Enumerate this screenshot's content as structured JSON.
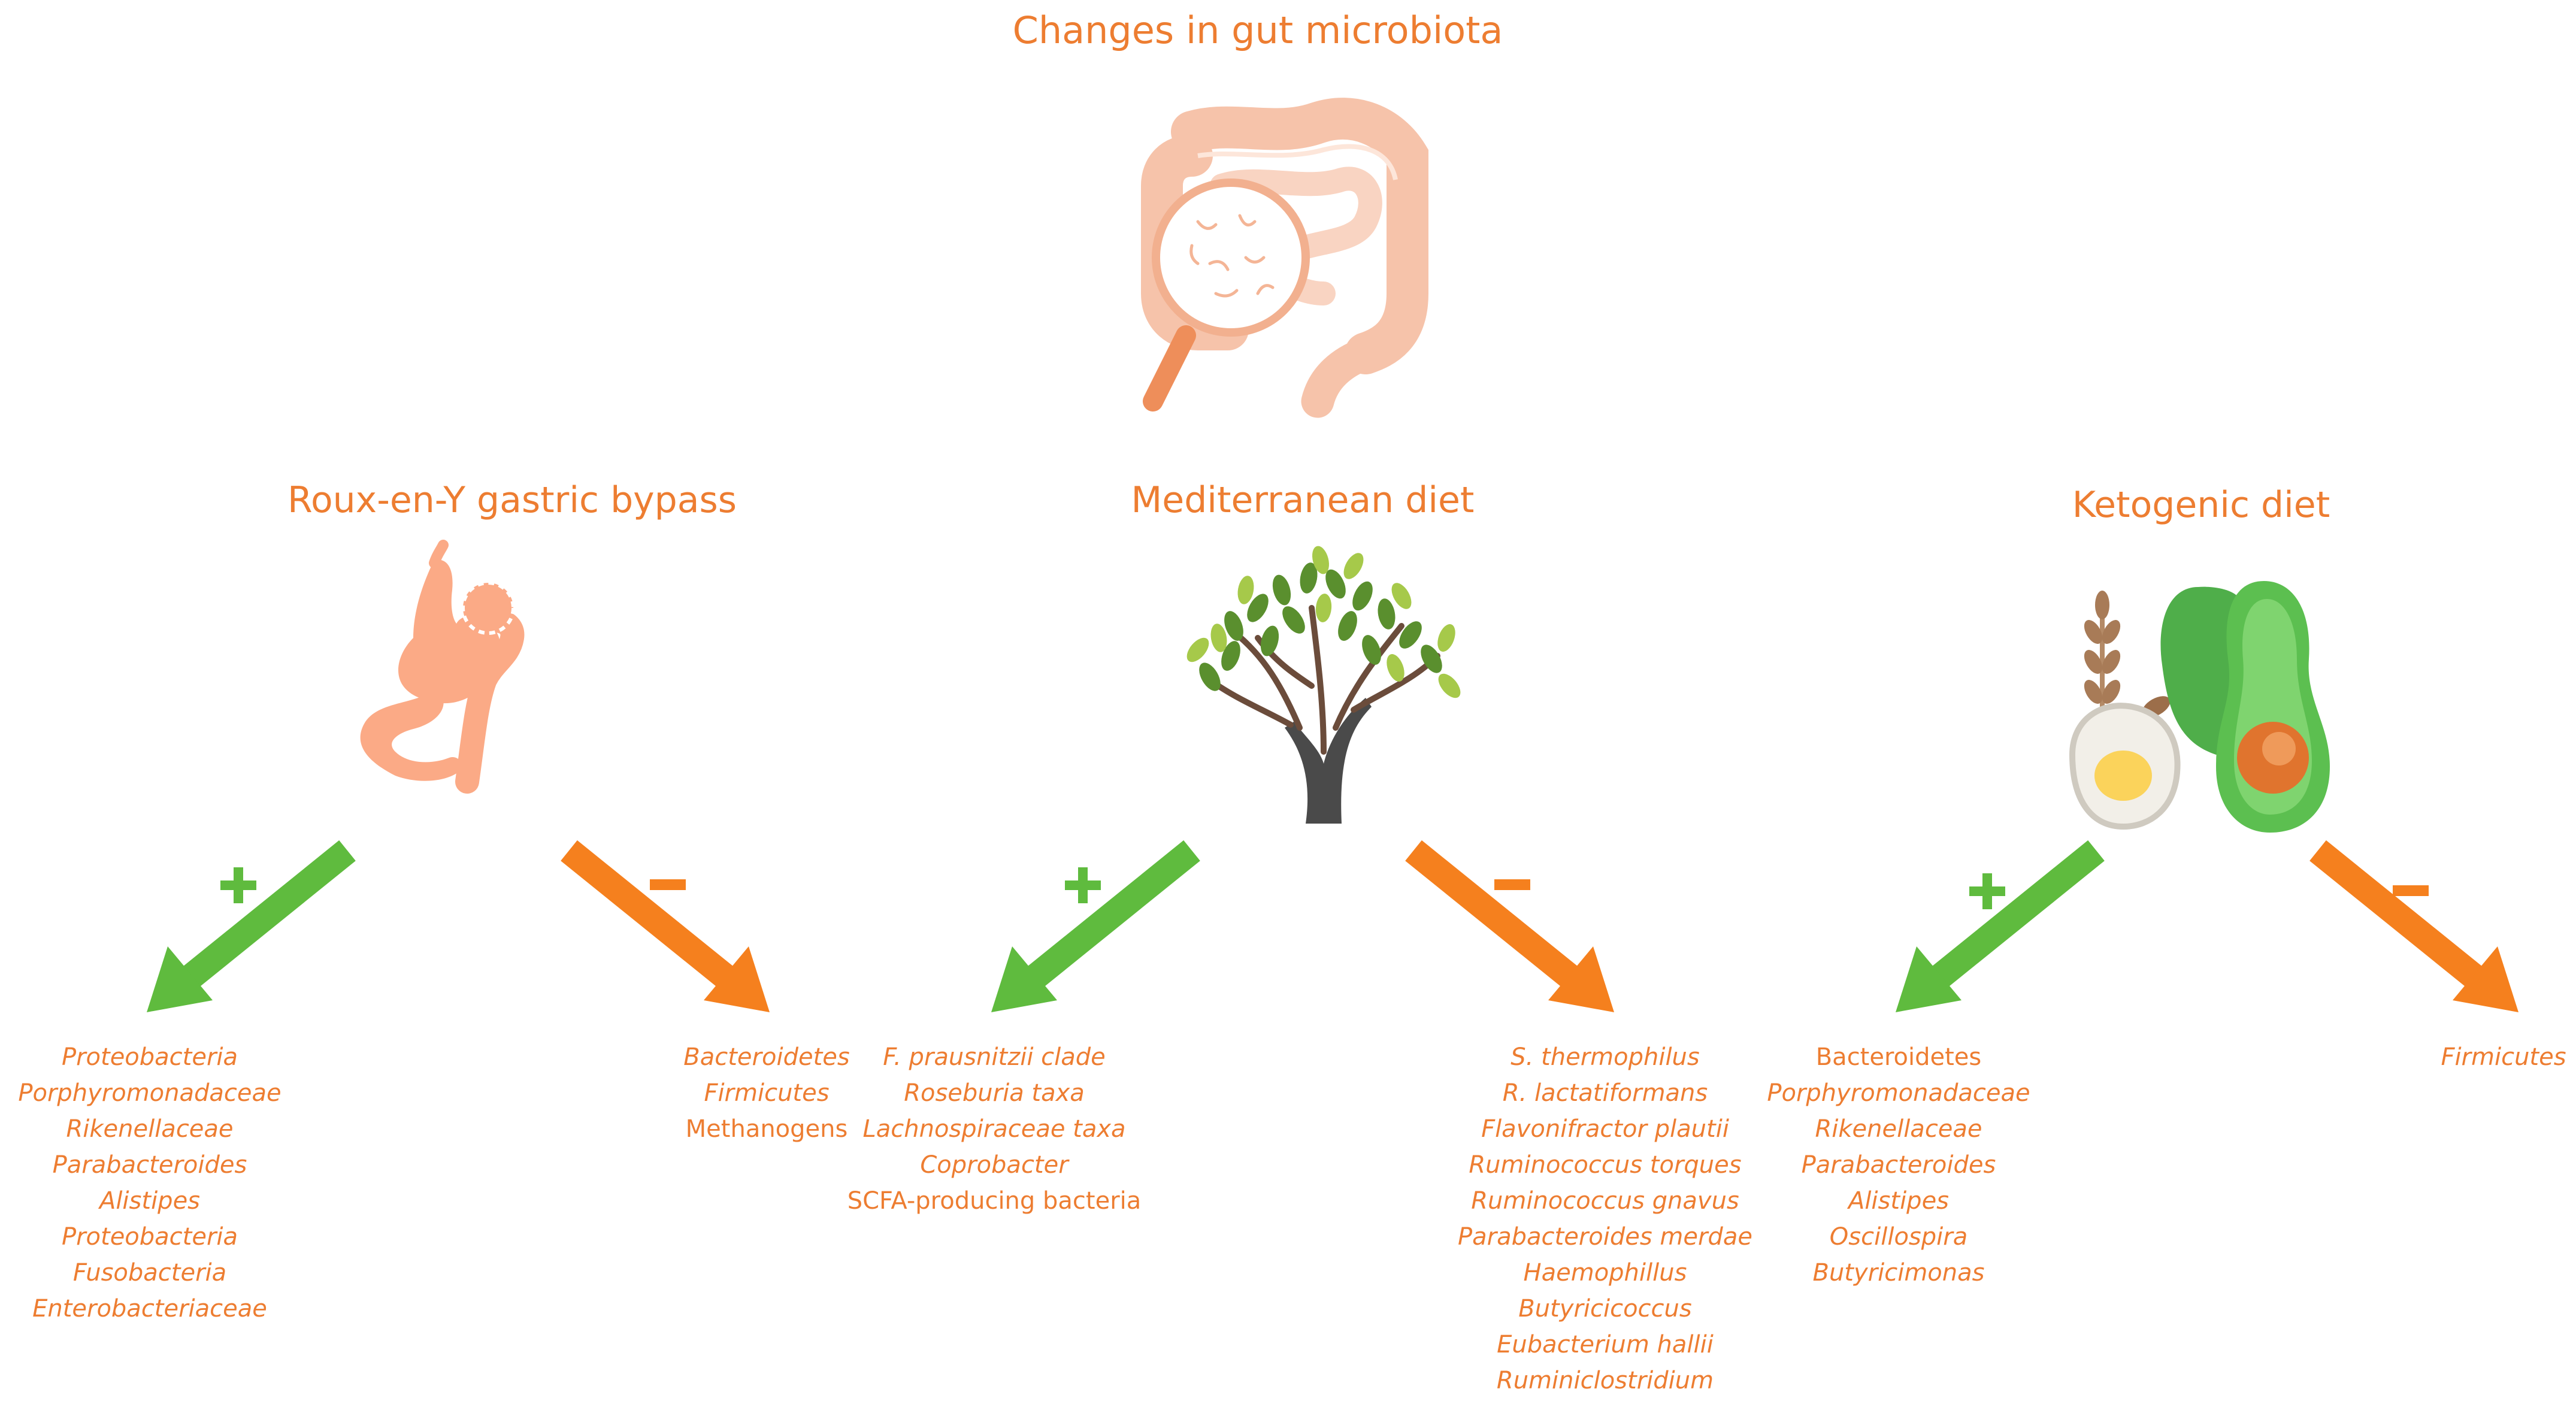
{
  "title": "Changes in gut microbiota",
  "colors": {
    "accent": "#ed7d31",
    "increase": "#5fbb3e",
    "decrease": "#f5801e"
  },
  "sections": [
    {
      "title": "Roux-en-Y gastric bypass",
      "icon": "stomach-bypass-icon",
      "increase": [
        {
          "text": "Proteobacteria",
          "italic": true
        },
        {
          "text": "Porphyromonadaceae",
          "italic": true
        },
        {
          "text": "Rikenellaceae",
          "italic": true
        },
        {
          "text": "Parabacteroides",
          "italic": true
        },
        {
          "text": "Alistipes",
          "italic": true
        },
        {
          "text": "Proteobacteria",
          "italic": true
        },
        {
          "text": "Fusobacteria",
          "italic": true
        },
        {
          "text": "Enterobacteriaceae",
          "italic": true
        }
      ],
      "decrease": [
        {
          "text": "Bacteroidetes",
          "italic": true
        },
        {
          "text": "Firmicutes",
          "italic": true
        },
        {
          "text": "Methanogens",
          "italic": false
        }
      ]
    },
    {
      "title": "Mediterranean diet",
      "icon": "olive-tree-icon",
      "increase": [
        {
          "text": "F. prausnitzii clade",
          "italic": true
        },
        {
          "text": "Roseburia taxa",
          "italic": true
        },
        {
          "text": "Lachnospiraceae taxa",
          "italic": true
        },
        {
          "text": "Coprobacter",
          "italic": true
        },
        {
          "text": "SCFA-producing bacteria",
          "italic": false
        }
      ],
      "decrease": [
        {
          "text": "S. thermophilus",
          "italic": true
        },
        {
          "text": "R. lactatiformans",
          "italic": true
        },
        {
          "text": "Flavonifractor plautii",
          "italic": true
        },
        {
          "text": "Ruminococcus torques",
          "italic": true
        },
        {
          "text": "Ruminococcus gnavus",
          "italic": true
        },
        {
          "text": "Parabacteroides merdae",
          "italic": true
        },
        {
          "text": "Haemophillus",
          "italic": true
        },
        {
          "text": "Butyricicoccus",
          "italic": true
        },
        {
          "text": "Eubacterium hallii",
          "italic": true
        },
        {
          "text": "Ruminiclostridium",
          "italic": true
        }
      ]
    },
    {
      "title": "Ketogenic diet",
      "icon": "avocado-egg-grain-icon",
      "increase": [
        {
          "text": "Bacteroidetes",
          "italic": false
        },
        {
          "text": "Porphyromonadaceae",
          "italic": true
        },
        {
          "text": "Rikenellaceae",
          "italic": true
        },
        {
          "text": "Parabacteroides",
          "italic": true
        },
        {
          "text": "Alistipes",
          "italic": true
        },
        {
          "text": "Oscillospira",
          "italic": true
        },
        {
          "text": "Butyricimonas",
          "italic": true
        }
      ],
      "decrease": [
        {
          "text": "Firmicutes",
          "italic": true
        }
      ]
    }
  ]
}
